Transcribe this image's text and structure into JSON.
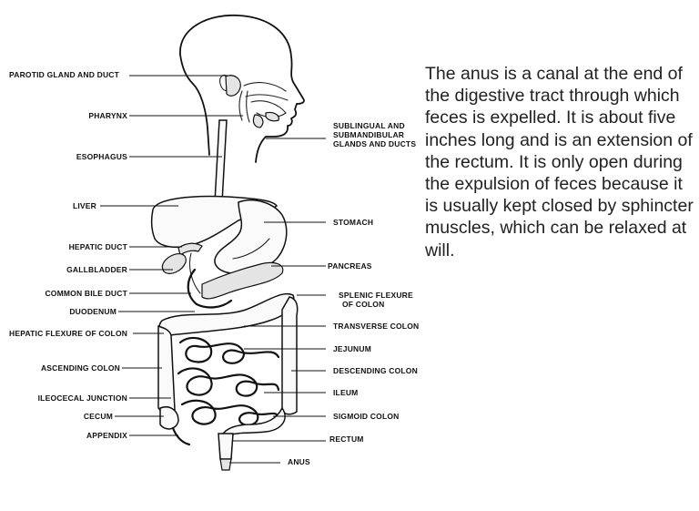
{
  "labels": {
    "parotid": "PAROTID GLAND AND DUCT",
    "pharynx": "PHARYNX",
    "sublingual_1": "SUBLINGUAL AND",
    "sublingual_2": "SUBMANDIBULAR",
    "sublingual_3": "GLANDS AND DUCTS",
    "esophagus": "ESOPHAGUS",
    "liver": "LIVER",
    "stomach": "STOMACH",
    "hepatic_duct": "HEPATIC DUCT",
    "pancreas": "PANCREAS",
    "gallbladder": "GALLBLADDER",
    "common_bile_duct": "COMMON BILE DUCT",
    "splenic_1": "SPLENIC FLEXURE",
    "splenic_2": "OF COLON",
    "duodenum": "DUODENUM",
    "transverse_colon": "TRANSVERSE COLON",
    "hepatic_flexure": "HEPATIC FLEXURE OF COLON",
    "jejunum": "JEJUNUM",
    "ascending_colon": "ASCENDING COLON",
    "descending_colon": "DESCENDING COLON",
    "ileum": "ILEUM",
    "ileocecal": "ILEOCECAL JUNCTION",
    "cecum": "CECUM",
    "sigmoid_colon": "SIGMOID COLON",
    "appendix": "APPENDIX",
    "rectum": "RECTUM",
    "anus": "ANUS"
  },
  "description": "The anus is a canal at the end of the digestive tract through which feces is expelled. It is about five inches long and is an extension of the rectum. It is only open during the expulsion of feces because it is usually kept closed by sphincter muscles, which can be relaxed at will."
}
